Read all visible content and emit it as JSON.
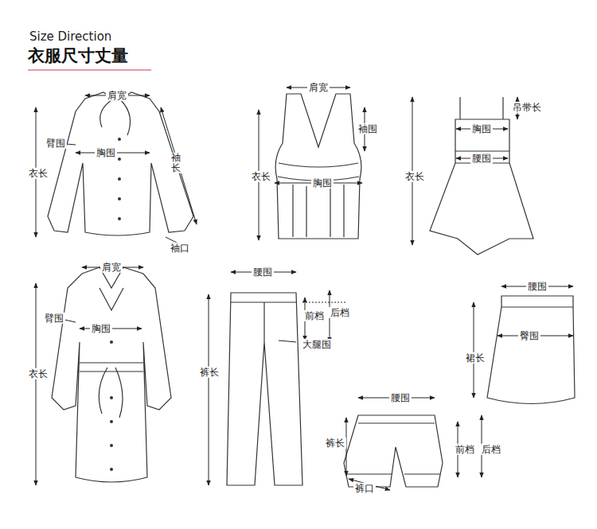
{
  "diagram": {
    "title": "衣服尺寸丈量",
    "labels": [
      "Size Direction",
      "肩宽",
      "臂围",
      "胸围",
      "衣长",
      "袖长",
      "袖口",
      "肩宽",
      "袖围",
      "衣长",
      "胸围",
      "吊带长",
      "胸围",
      "腰围",
      "衣长",
      "肩宽",
      "臂围",
      "胸围",
      "衣长",
      "腰围",
      "前档",
      "后档",
      "大腿围",
      "裤长",
      "腰围",
      "臀围",
      "裙长",
      "腰围",
      "裤长",
      "前档",
      "后档",
      "裤口"
    ]
  }
}
